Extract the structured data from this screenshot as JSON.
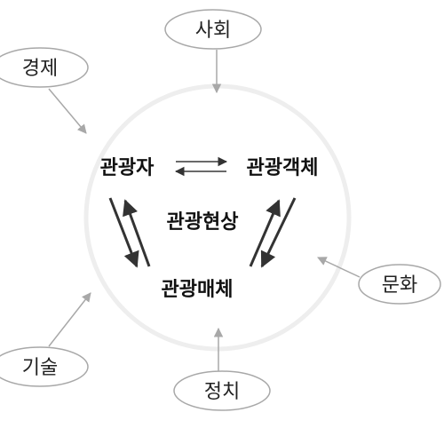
{
  "center": {
    "label": "관광현상"
  },
  "core": {
    "subject": "관광자",
    "object": "관광객체",
    "media": "관광매체"
  },
  "environment": {
    "society": "사회",
    "economy": "경제",
    "culture": "문화",
    "technology": "기술",
    "politics": "정치"
  },
  "colors": {
    "ellipse_border": "#a8a8a8",
    "grey_arrow": "#a8a8a8",
    "dark_arrow": "#333333",
    "ring": "#eeeeee"
  }
}
